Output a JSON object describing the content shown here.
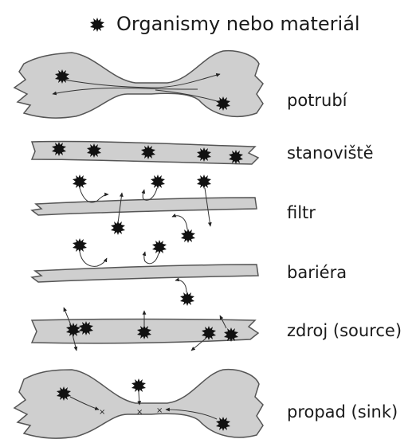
{
  "legend": {
    "label": "Organismy nebo materiál"
  },
  "rows": [
    {
      "id": "conduit",
      "label": "potrubí"
    },
    {
      "id": "habitat",
      "label": "stanoviště"
    },
    {
      "id": "filter",
      "label": "filtr"
    },
    {
      "id": "barrier",
      "label": "bariéra"
    },
    {
      "id": "source",
      "label": "zdroj (source)"
    },
    {
      "id": "sink",
      "label": "propad (sink)"
    }
  ],
  "colors": {
    "fill": "#cfcfcf",
    "stroke": "#555555",
    "organism": "#111111"
  }
}
